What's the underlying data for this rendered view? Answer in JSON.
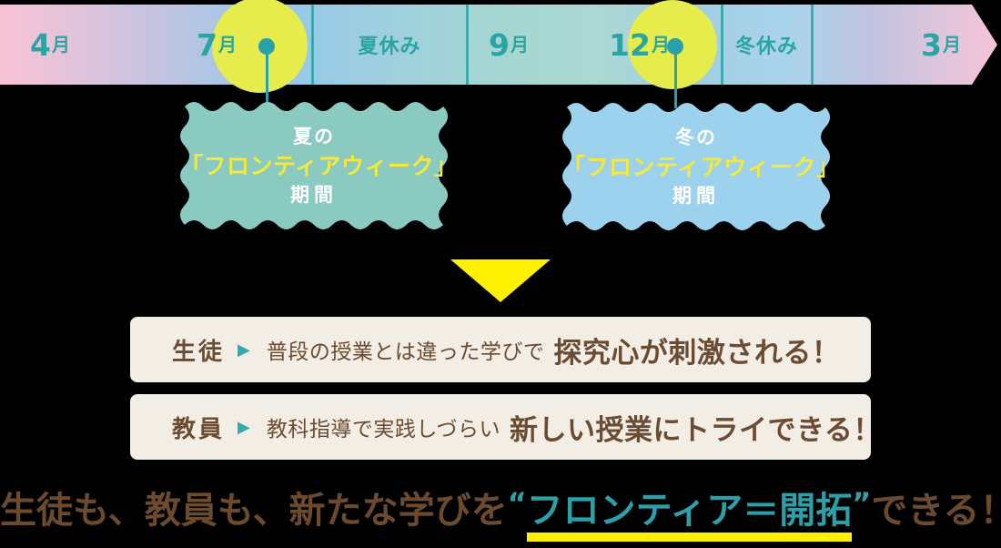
{
  "timeline": {
    "months": [
      {
        "num": "4",
        "unit": "月"
      },
      {
        "num": "7",
        "unit": "月"
      },
      {
        "num": "9",
        "unit": "月"
      },
      {
        "num": "12",
        "unit": "月"
      },
      {
        "num": "3",
        "unit": "月"
      }
    ],
    "breaks": [
      {
        "label": "夏休み"
      },
      {
        "label": "冬休み"
      }
    ],
    "label_color": "#2AA5A3",
    "divider_color": "#29A4A4",
    "gradient": [
      "#F9C3D4",
      "#D6C3DE",
      "#97C9E8",
      "#A6D6D2",
      "#AAD4EC",
      "#C0C4E1",
      "#F6C3D7"
    ],
    "week_marker_color": "#E6EC4B",
    "dot_color": "#2AA0A8"
  },
  "callouts": {
    "summer": {
      "line1": "夏の",
      "title": "「フロンティアウィーク」",
      "line3": "期間",
      "bg": "#8BCAC1"
    },
    "winter": {
      "line1": "冬の",
      "title": "「フロンティアウィーク」",
      "line3": "期間",
      "bg": "#9CD2EE"
    }
  },
  "down_arrow_color": "#FFF100",
  "benefits": {
    "bg": "#F2EDE5",
    "text_color": "#6B4B31",
    "arrow_color": "#35A9B0",
    "rows": [
      {
        "who": "生徒",
        "arrow": "▶",
        "lead": "普段の授業とは違った学びで",
        "emphasis": "探究心が刺激される！"
      },
      {
        "who": "教員",
        "arrow": "▶",
        "lead": "教科指導で実践しづらい",
        "emphasis": "新しい授業にトライできる！"
      }
    ]
  },
  "headline": {
    "pre": "生徒も、教員も、新たな学びを",
    "quote_open": "“",
    "core": "フロンティア＝開拓",
    "quote_close": "”",
    "post": "できる！",
    "brown": "#6B4A2E",
    "teal": "#2D9FA8",
    "underline_color": "#FFF100"
  }
}
